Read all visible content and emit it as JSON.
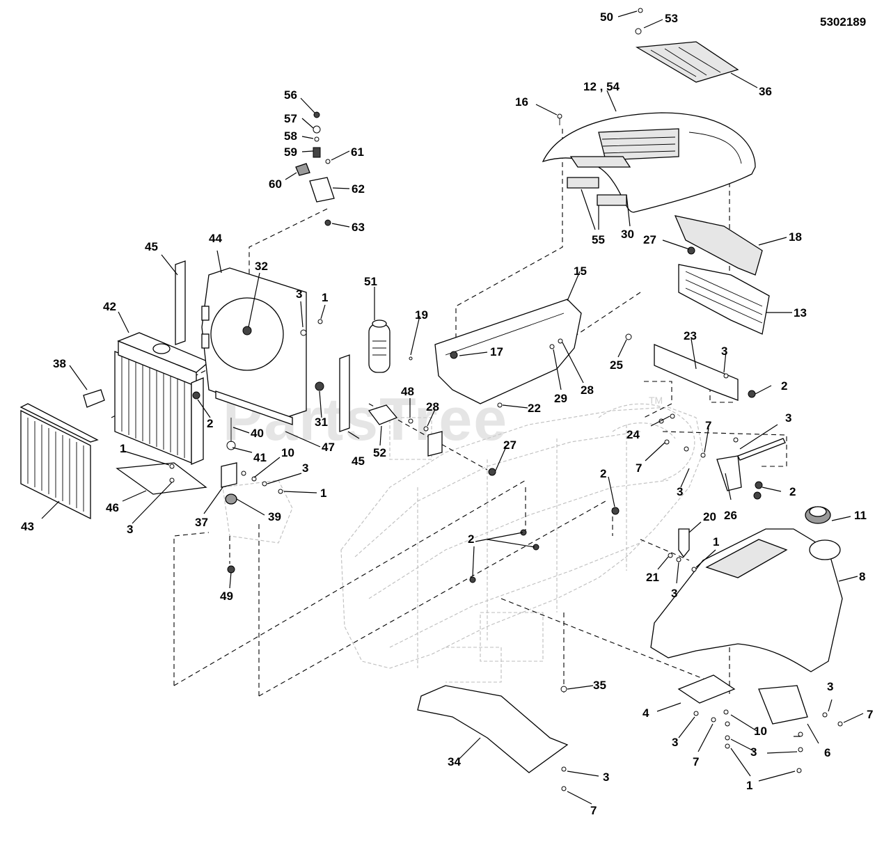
{
  "document_id": "5302189",
  "watermark": "PartsTree",
  "watermark_mark": "TM",
  "callouts": [
    {
      "id": "c50",
      "label": "50"
    },
    {
      "id": "c53",
      "label": "53"
    },
    {
      "id": "c36",
      "label": "36"
    },
    {
      "id": "c12",
      "label": "12 , 54"
    },
    {
      "id": "c16",
      "label": "16"
    },
    {
      "id": "c56",
      "label": "56"
    },
    {
      "id": "c57",
      "label": "57"
    },
    {
      "id": "c58",
      "label": "58"
    },
    {
      "id": "c59",
      "label": "59"
    },
    {
      "id": "c61",
      "label": "61"
    },
    {
      "id": "c60",
      "label": "60"
    },
    {
      "id": "c62",
      "label": "62"
    },
    {
      "id": "c63",
      "label": "63"
    },
    {
      "id": "c55",
      "label": "55"
    },
    {
      "id": "c30",
      "label": "30"
    },
    {
      "id": "c27a",
      "label": "27"
    },
    {
      "id": "c18",
      "label": "18"
    },
    {
      "id": "c45a",
      "label": "45"
    },
    {
      "id": "c44",
      "label": "44"
    },
    {
      "id": "c32",
      "label": "32"
    },
    {
      "id": "c51",
      "label": "51"
    },
    {
      "id": "c15",
      "label": "15"
    },
    {
      "id": "c13",
      "label": "13"
    },
    {
      "id": "c42",
      "label": "42"
    },
    {
      "id": "c3a",
      "label": "3"
    },
    {
      "id": "c1a",
      "label": "1"
    },
    {
      "id": "c19",
      "label": "19"
    },
    {
      "id": "c17",
      "label": "17"
    },
    {
      "id": "c25",
      "label": "25"
    },
    {
      "id": "c23",
      "label": "23"
    },
    {
      "id": "c3b",
      "label": "3"
    },
    {
      "id": "c38",
      "label": "38"
    },
    {
      "id": "c2a",
      "label": "2"
    },
    {
      "id": "c2b",
      "label": "2"
    },
    {
      "id": "c29",
      "label": "29"
    },
    {
      "id": "c28a",
      "label": "28"
    },
    {
      "id": "c22",
      "label": "22"
    },
    {
      "id": "c48",
      "label": "48"
    },
    {
      "id": "c28b",
      "label": "28"
    },
    {
      "id": "c31",
      "label": "31"
    },
    {
      "id": "c40",
      "label": "40"
    },
    {
      "id": "c47",
      "label": "47"
    },
    {
      "id": "c45b",
      "label": "45"
    },
    {
      "id": "c52",
      "label": "52"
    },
    {
      "id": "c27b",
      "label": "27"
    },
    {
      "id": "c24",
      "label": "24"
    },
    {
      "id": "c7a",
      "label": "7"
    },
    {
      "id": "c3c",
      "label": "3"
    },
    {
      "id": "c7b",
      "label": "7"
    },
    {
      "id": "c1b",
      "label": "1"
    },
    {
      "id": "c41",
      "label": "41"
    },
    {
      "id": "c10a",
      "label": "10"
    },
    {
      "id": "c3d",
      "label": "3"
    },
    {
      "id": "c1c",
      "label": "1"
    },
    {
      "id": "c46",
      "label": "46"
    },
    {
      "id": "c3e",
      "label": "3"
    },
    {
      "id": "c43",
      "label": "43"
    },
    {
      "id": "c37",
      "label": "37"
    },
    {
      "id": "c39",
      "label": "39"
    },
    {
      "id": "c2c",
      "label": "2"
    },
    {
      "id": "c3f",
      "label": "3"
    },
    {
      "id": "c2d",
      "label": "2"
    },
    {
      "id": "c26",
      "label": "26"
    },
    {
      "id": "c11",
      "label": "11"
    },
    {
      "id": "c2e",
      "label": "2"
    },
    {
      "id": "c20",
      "label": "20"
    },
    {
      "id": "c8",
      "label": "8"
    },
    {
      "id": "c1d",
      "label": "1"
    },
    {
      "id": "c21",
      "label": "21"
    },
    {
      "id": "c3g",
      "label": "3"
    },
    {
      "id": "c49",
      "label": "49"
    },
    {
      "id": "c35",
      "label": "35"
    },
    {
      "id": "c3h",
      "label": "3"
    },
    {
      "id": "c7c",
      "label": "7"
    },
    {
      "id": "c4",
      "label": "4"
    },
    {
      "id": "c10b",
      "label": "10"
    },
    {
      "id": "c6",
      "label": "6"
    },
    {
      "id": "c34",
      "label": "34"
    },
    {
      "id": "c3i",
      "label": "3"
    },
    {
      "id": "c7d",
      "label": "7"
    },
    {
      "id": "c3j",
      "label": "3"
    },
    {
      "id": "c1e",
      "label": "1"
    },
    {
      "id": "c3k",
      "label": "3"
    },
    {
      "id": "c7e",
      "label": "7"
    }
  ]
}
